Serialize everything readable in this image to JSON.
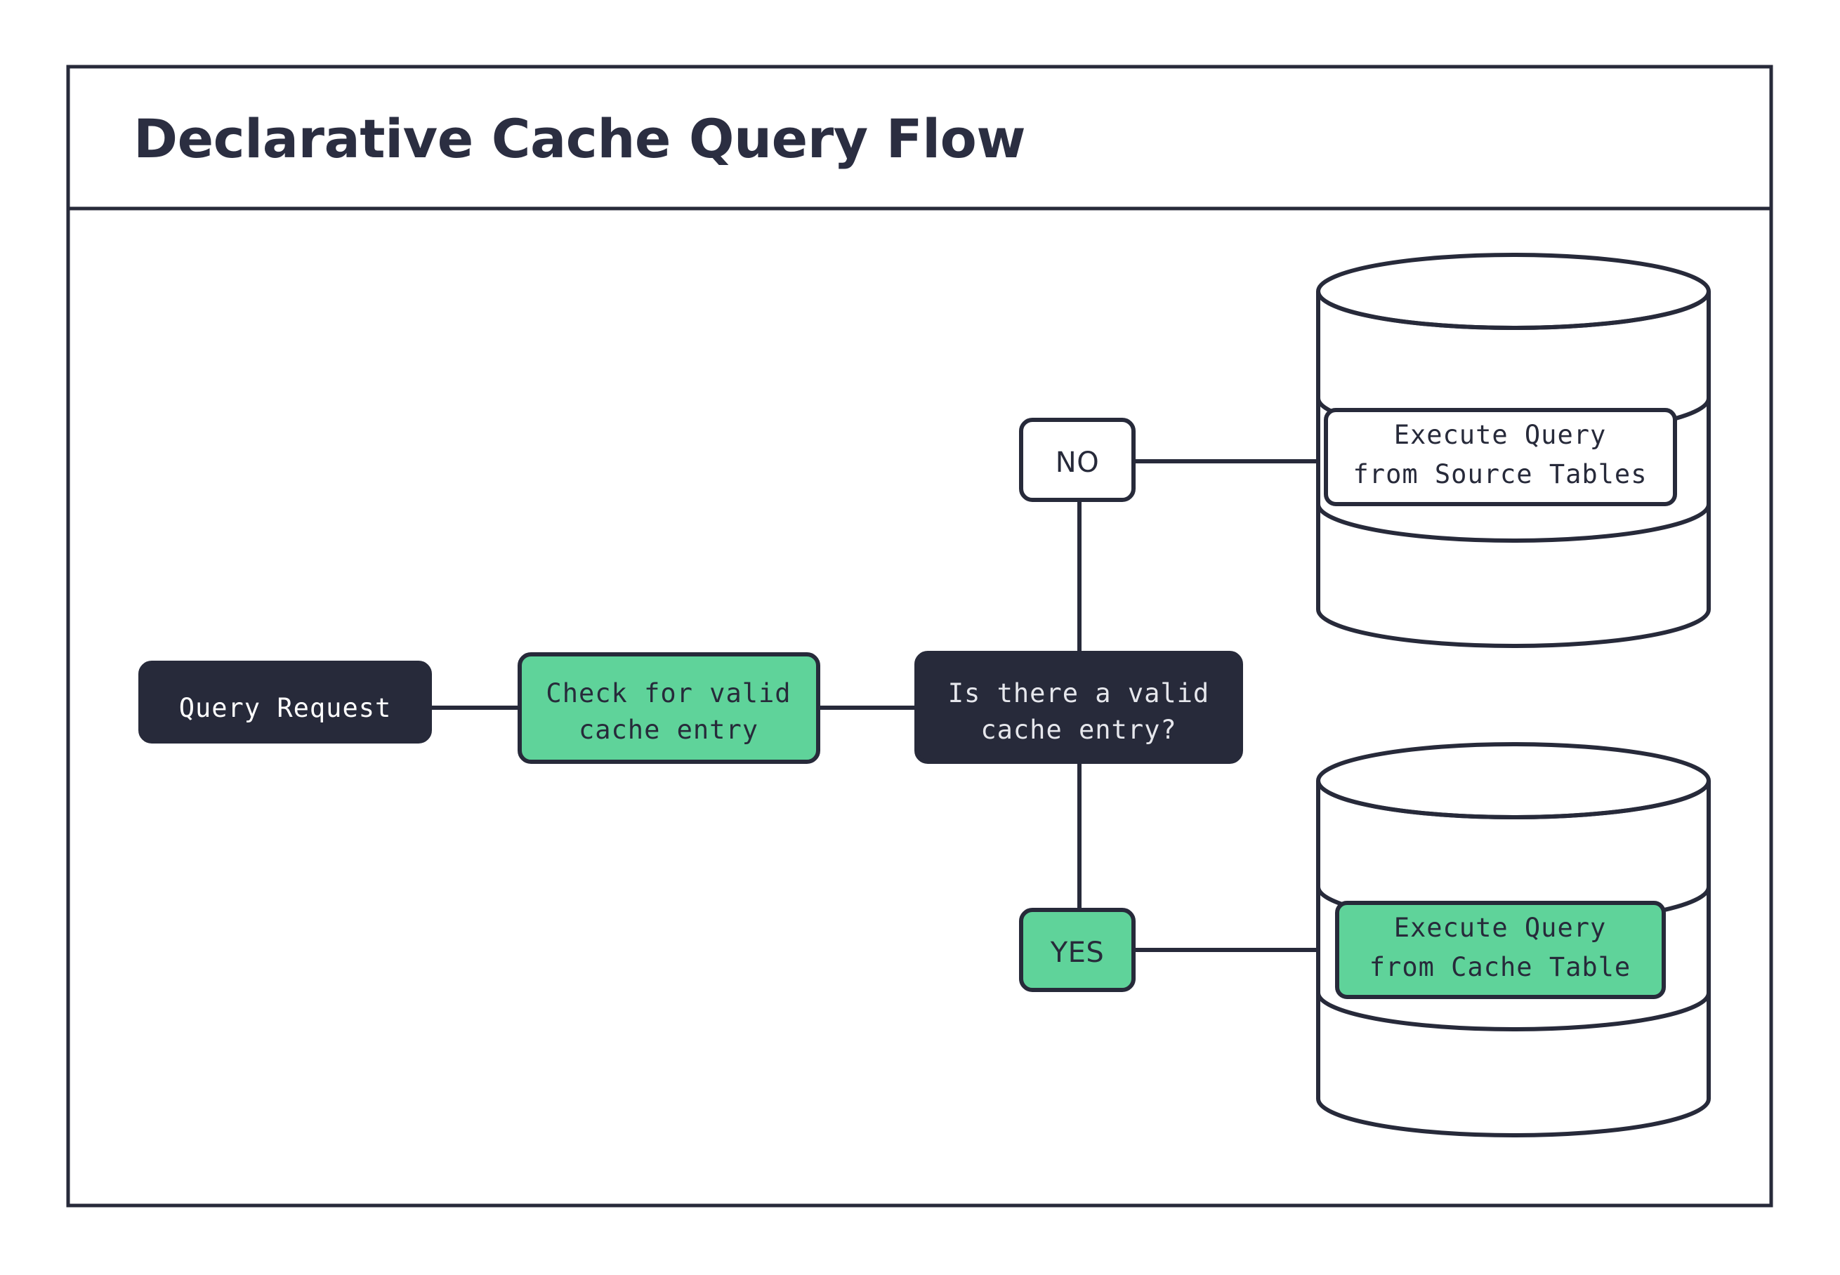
{
  "page": {
    "title": "Declarative Cache Query Flow",
    "background": "#ffffff"
  },
  "theme": {
    "dark": "#272a3a",
    "green": "#5fd39a",
    "white": "#ffffff",
    "text_light": "#e6e7ec",
    "stroke": "#272a3a"
  },
  "diagram": {
    "type": "flowchart",
    "nodes": [
      {
        "id": "query-request",
        "label": "Query Request",
        "shape": "rounded-rect",
        "fill": "#272a3a",
        "text_color": "#ffffff"
      },
      {
        "id": "check-cache",
        "label_line1": "Check for valid",
        "label_line2": "cache entry",
        "shape": "rounded-rect",
        "fill": "#5fd39a",
        "text_color": "#272a3a"
      },
      {
        "id": "decision-valid-cache",
        "label_line1": "Is there a valid",
        "label_line2": "cache entry?",
        "shape": "rounded-rect",
        "fill": "#272a3a",
        "text_color": "#e6e7ec"
      },
      {
        "id": "branch-no",
        "label": "NO",
        "shape": "rounded-rect",
        "fill": "#ffffff",
        "text_color": "#272a3a"
      },
      {
        "id": "branch-yes",
        "label": "YES",
        "shape": "rounded-rect",
        "fill": "#5fd39a",
        "text_color": "#272a3a"
      },
      {
        "id": "source-tables-db",
        "shape": "database-cylinder",
        "label_line1": "Execute Query",
        "label_line2": "from Source Tables",
        "fill": "#ffffff",
        "text_color": "#272a3a"
      },
      {
        "id": "cache-table-db",
        "shape": "database-cylinder",
        "label_line1": "Execute Query",
        "label_line2": "from Cache Table",
        "fill": "#5fd39a",
        "text_color": "#272a3a"
      }
    ],
    "edges": [
      {
        "from": "query-request",
        "to": "check-cache"
      },
      {
        "from": "check-cache",
        "to": "decision-valid-cache"
      },
      {
        "from": "decision-valid-cache",
        "to": "branch-no"
      },
      {
        "from": "decision-valid-cache",
        "to": "branch-yes"
      },
      {
        "from": "branch-no",
        "to": "source-tables-db"
      },
      {
        "from": "branch-yes",
        "to": "cache-table-db"
      }
    ]
  }
}
